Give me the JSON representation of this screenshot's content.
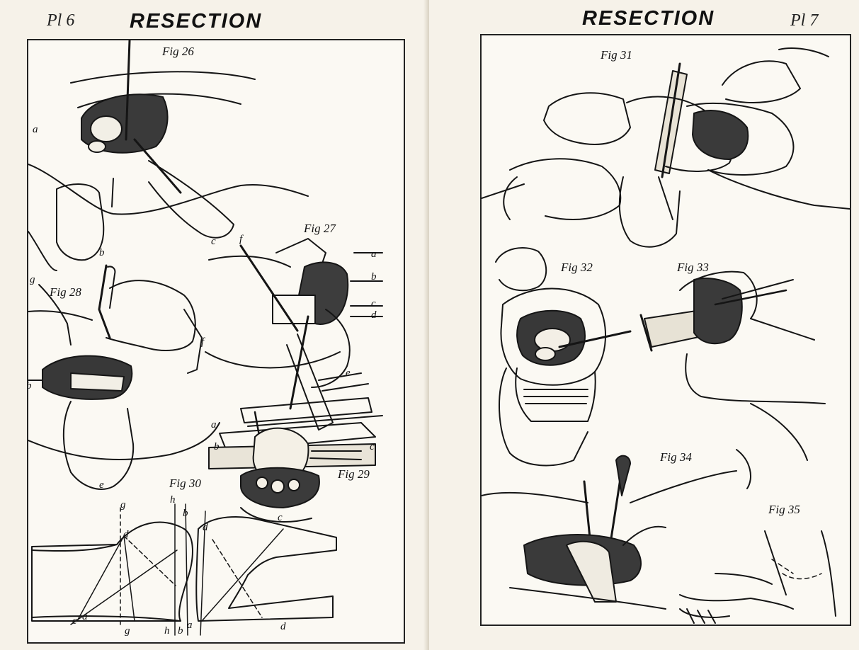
{
  "left_page": {
    "plate": "Pl 6",
    "title": "RESECTION",
    "figures": [
      "Fig 26",
      "Fig 27",
      "Fig 28",
      "Fig 29",
      "Fig 30"
    ],
    "letters": [
      "a",
      "b",
      "c",
      "f",
      "a",
      "b",
      "c",
      "d",
      "g",
      "f",
      "b",
      "e",
      "e",
      "a",
      "b",
      "c",
      "g",
      "h",
      "d",
      "b",
      "d",
      "c",
      "c",
      "a",
      "h",
      "g",
      "a",
      "b",
      "d"
    ]
  },
  "right_page": {
    "plate": "Pl 7",
    "title": "RESECTION",
    "figures": [
      "Fig 31",
      "Fig 32",
      "Fig 33",
      "Fig 34",
      "Fig 35"
    ]
  }
}
